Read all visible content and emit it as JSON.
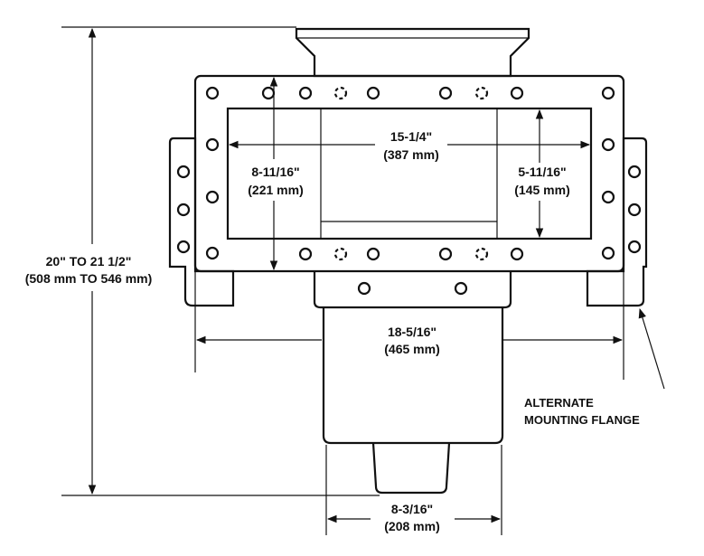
{
  "dimensions": {
    "overall_height": {
      "line1": "20\" TO 21 1/2\"",
      "line2": "(508 mm TO 546 mm)"
    },
    "inner_width": {
      "line1": "15-1/4\"",
      "line2": "(387 mm)"
    },
    "inner_height_left": {
      "line1": "8-11/16\"",
      "line2": "(221 mm)"
    },
    "inner_height_right": {
      "line1": "5-11/16\"",
      "line2": "(145 mm)"
    },
    "flange_width": {
      "line1": "18-5/16\"",
      "line2": "(465 mm)"
    },
    "throat_width": {
      "line1": "8-3/16\"",
      "line2": "(208 mm)"
    }
  },
  "callout": {
    "line1": "ALTERNATE",
    "line2": "MOUNTING FLANGE"
  }
}
